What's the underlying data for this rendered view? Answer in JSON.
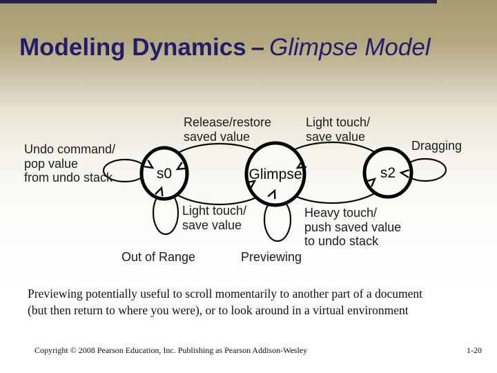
{
  "slide": {
    "title": {
      "main": "Modeling Dynamics",
      "separator": "–",
      "emphasis": "Glimpse Model"
    },
    "body_text": "Previewing potentially useful to scroll momentarily to another part of a document\n(but then return to where you were), or to look around in a virtual environment",
    "footer": {
      "copyright": "Copyright © 2008 Pearson Education, Inc. Publishing as Pearson Addison-Wesley",
      "page_number": "1-20"
    },
    "colors": {
      "title_text": "#201d6d",
      "background_top": "#a79b71",
      "background_bottom": "#ffffff",
      "top_accent_bar": "#26233c",
      "diagram_stroke": "#000000"
    }
  },
  "diagram": {
    "states": [
      {
        "id": "s0",
        "label": "s0"
      },
      {
        "id": "glimpse",
        "label": "Glimpse"
      },
      {
        "id": "s2",
        "label": "s2"
      }
    ],
    "transitions": [
      {
        "from": "s0",
        "to": "s0",
        "label": "Undo command/\npop value\nfrom undo stack"
      },
      {
        "from": "Glimpse",
        "to": "s0",
        "label": "Release/restore\nsaved value"
      },
      {
        "from": "s0",
        "to": "Glimpse",
        "label": "Light touch/\nsave value"
      },
      {
        "from": "s0",
        "to": "s0",
        "label": "Out of Range"
      },
      {
        "from": "Glimpse",
        "to": "Glimpse",
        "label": "Previewing"
      },
      {
        "from": "s2",
        "to": "Glimpse",
        "label": "Light touch/\nsave value"
      },
      {
        "from": "Glimpse",
        "to": "s2",
        "label": "Heavy touch/\npush saved value\nto undo stack"
      },
      {
        "from": "s2",
        "to": "s2",
        "label": "Dragging"
      }
    ]
  }
}
